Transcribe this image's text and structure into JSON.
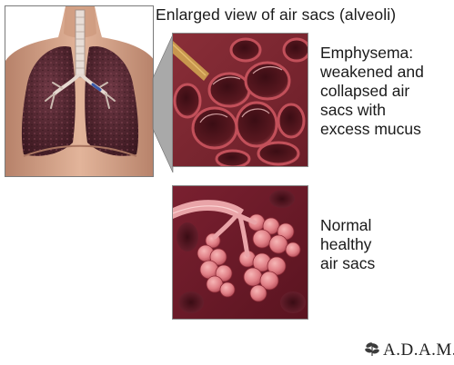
{
  "title": "Enlarged view of air sacs (alveoli)",
  "emphysema_label": [
    "Emphysema:",
    "weakened and",
    "collapsed air",
    "sacs with",
    "excess mucus"
  ],
  "normal_label": [
    "Normal",
    "healthy",
    "air sacs"
  ],
  "logo": {
    "text": "A.D.A.M.",
    "icon": "leaf-sprig-icon"
  },
  "colors": {
    "lung": "#5a2b34",
    "skin": "#d8a58a",
    "tissue_dark": "#7a2a32",
    "tissue_light": "#c2505a",
    "alveoli": "#e48b8e"
  }
}
